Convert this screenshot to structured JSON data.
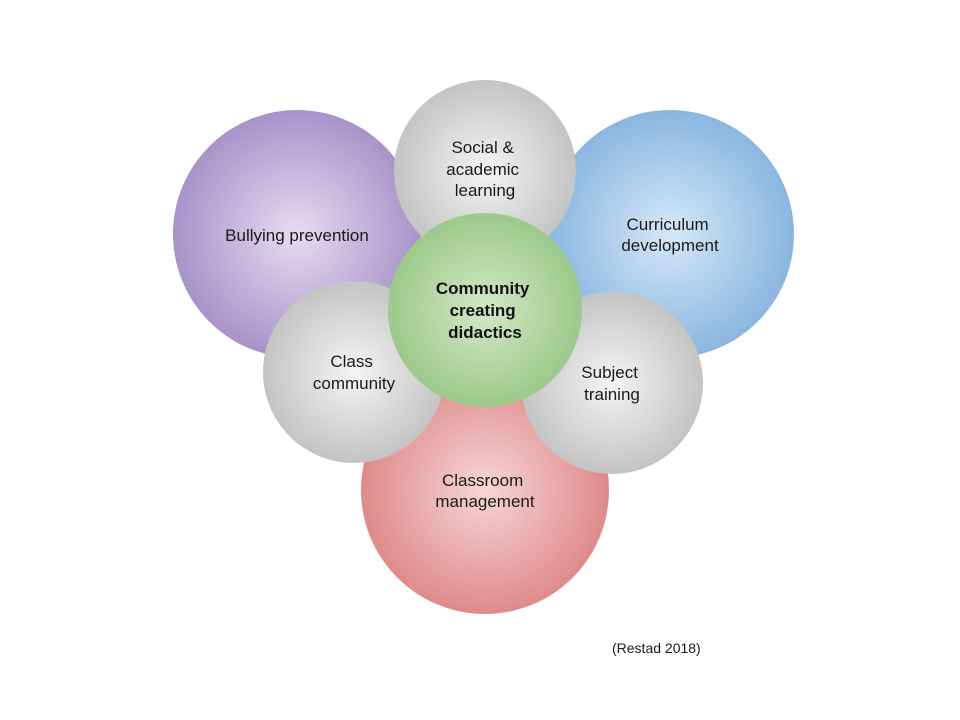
{
  "diagram": {
    "center": {
      "lines": [
        "Community",
        "creating",
        "didactics"
      ],
      "color_center": "#d3e8c7",
      "color_edge": "#9dc98a"
    },
    "outer": [
      {
        "id": "bullying",
        "lines": [
          "Bullying prevention"
        ],
        "color_center": "#e6dcf0",
        "color_edge": "#a893c9"
      },
      {
        "id": "curriculum",
        "lines": [
          "Curriculum",
          "development"
        ],
        "color_center": "#d6e8f7",
        "color_edge": "#8ab6e0"
      },
      {
        "id": "classroom",
        "lines": [
          "Classroom",
          "management"
        ],
        "color_center": "#f6d6d6",
        "color_edge": "#e08a8a"
      }
    ],
    "small": [
      {
        "id": "social",
        "lines": [
          "Social &",
          "academic",
          "learning"
        ],
        "color_center": "#f4f4f4",
        "color_edge": "#c4c4c4"
      },
      {
        "id": "class-community",
        "lines": [
          "Class",
          "community"
        ],
        "color_center": "#f4f4f4",
        "color_edge": "#c4c4c4"
      },
      {
        "id": "subject",
        "lines": [
          "Subject",
          "training"
        ],
        "color_center": "#f4f4f4",
        "color_edge": "#c4c4c4"
      }
    ]
  },
  "citation": "(Restad 2018)"
}
